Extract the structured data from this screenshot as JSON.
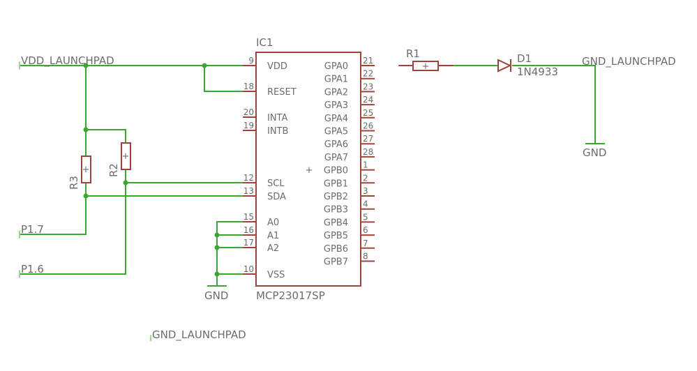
{
  "ic": {
    "name": "IC1",
    "value": "MCP23017SP",
    "left_pins": [
      {
        "num": "9",
        "name": "VDD"
      },
      {
        "num": "18",
        "name": "RESET"
      },
      {
        "num": "20",
        "name": "INTA"
      },
      {
        "num": "19",
        "name": "INTB"
      },
      {
        "num": "12",
        "name": "SCL"
      },
      {
        "num": "13",
        "name": "SDA"
      },
      {
        "num": "15",
        "name": "A0"
      },
      {
        "num": "16",
        "name": "A1"
      },
      {
        "num": "17",
        "name": "A2"
      },
      {
        "num": "10",
        "name": "VSS"
      }
    ],
    "right_pins": [
      {
        "num": "21",
        "name": "GPA0"
      },
      {
        "num": "22",
        "name": "GPA1"
      },
      {
        "num": "23",
        "name": "GPA2"
      },
      {
        "num": "24",
        "name": "GPA3"
      },
      {
        "num": "25",
        "name": "GPA4"
      },
      {
        "num": "26",
        "name": "GPA5"
      },
      {
        "num": "27",
        "name": "GPA6"
      },
      {
        "num": "28",
        "name": "GPA7"
      },
      {
        "num": "1",
        "name": "GPB0"
      },
      {
        "num": "2",
        "name": "GPB1"
      },
      {
        "num": "3",
        "name": "GPB2"
      },
      {
        "num": "4",
        "name": "GPB3"
      },
      {
        "num": "5",
        "name": "GPB4"
      },
      {
        "num": "6",
        "name": "GPB5"
      },
      {
        "num": "7",
        "name": "GPB6"
      },
      {
        "num": "8",
        "name": "GPB7"
      }
    ]
  },
  "nets": {
    "vdd_launchpad": "VDD_LAUNCHPAD",
    "gnd_launchpad_right": "GND_LAUNCHPAD",
    "gnd_launchpad_bottom": "GND_LAUNCHPAD",
    "p17": "P1.7",
    "p16": "P1.6",
    "gnd_ic": "GND",
    "gnd_diode": "GND"
  },
  "parts": {
    "r1": {
      "name": "R1"
    },
    "r2": {
      "name": "R2"
    },
    "r3": {
      "name": "R3"
    },
    "d1": {
      "name": "D1",
      "value": "1N4933"
    },
    "plus": "+"
  },
  "colors": {
    "wire": "#3aa830",
    "part": "#a0423d",
    "text": "#6c6c6c",
    "background": "#ffffff"
  }
}
